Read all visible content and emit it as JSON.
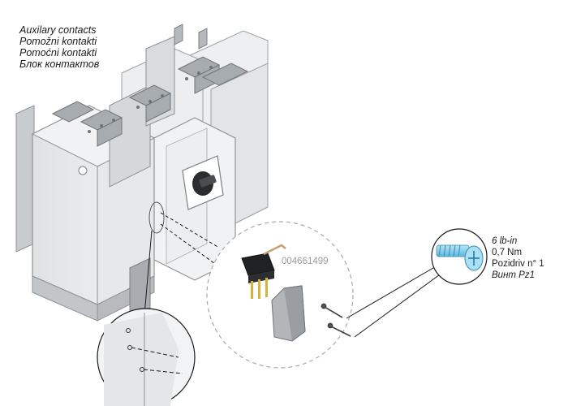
{
  "title": {
    "lines": [
      "Auxilary contacts",
      "Pomožni kontakti",
      "Pomoćni kontakti",
      "Блок контактов"
    ]
  },
  "part_number": "004661499",
  "torque_spec": {
    "imperial": "6 lb-in",
    "metric": "0,7 Nm",
    "tool": "Pozidriv n° 1",
    "tool_ru": "Винт Pz1"
  },
  "colors": {
    "body": "#e9eaeb",
    "body_shade": "#d3d5d7",
    "terminal": "#9ea3a8",
    "screw_blue": "#8fd3ee",
    "dashed": "#a9a9a9",
    "line": "#1a1a1a"
  },
  "icons": [
    "switch-disconnector",
    "micro-switch",
    "contact-cover",
    "mounting-screw",
    "pozidriv-screw"
  ]
}
